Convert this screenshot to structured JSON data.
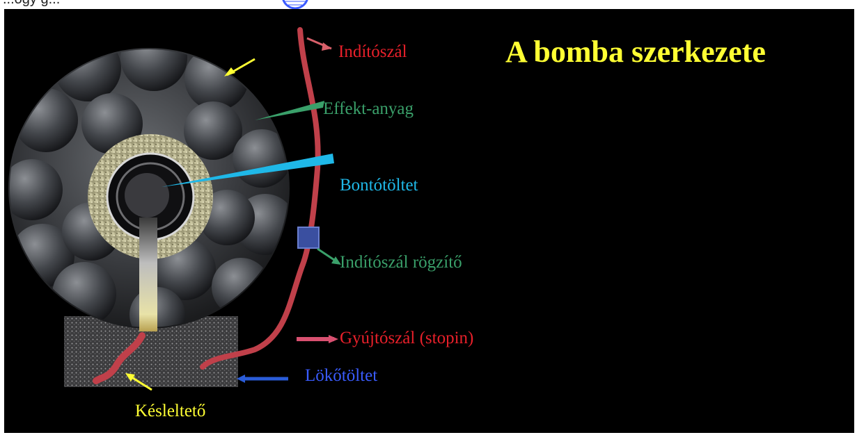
{
  "slide": {
    "top_text": "...ogy g...",
    "title": "A bomba szerkezete",
    "labels": {
      "inditoszal": "Indítószál",
      "effekt": "Effekt-anyag",
      "bonto": "Bontótöltet",
      "rogzito": "Indítószál rögzítő",
      "gyujto": "Gyújtószál (stopin)",
      "loko": "Lökőtöltet",
      "kesleltet": "Késleltető"
    },
    "colors": {
      "background": "#000000",
      "title": "#ffff33",
      "red": "#e8202a",
      "green": "#3aa06a",
      "cyan": "#1fb8e8",
      "blue": "#3a5cff",
      "yellow": "#ffff33"
    }
  }
}
